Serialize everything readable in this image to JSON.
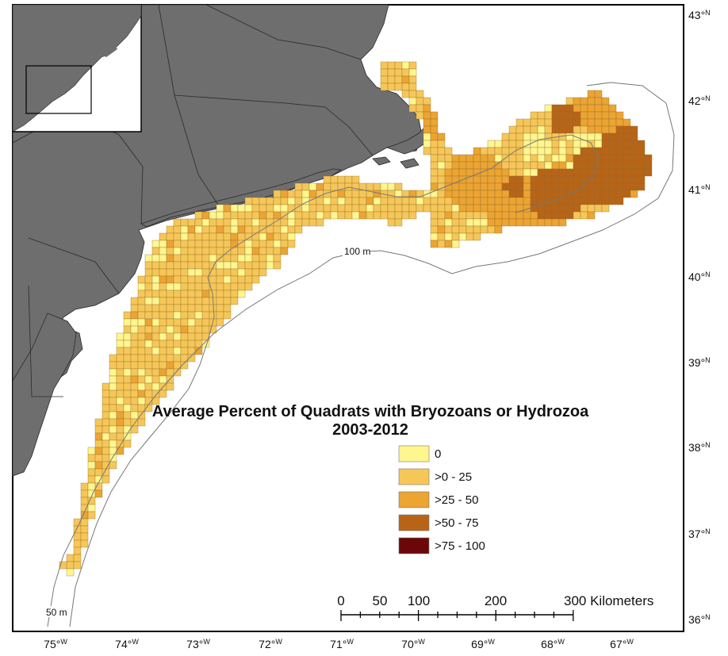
{
  "map": {
    "legend": {
      "title_line1": "Average Percent of Quadrats with Bryozoans or Hydrozoa",
      "title_line2": "2003-2012",
      "classes": [
        {
          "label": "0",
          "color": "#fff68f"
        },
        {
          "label": ">0 - 25",
          "color": "#f6c758"
        },
        {
          "label": ">25 - 50",
          "color": "#eca432"
        },
        {
          "label": ">50 - 75",
          "color": "#b86417"
        },
        {
          "label": ">75 - 100",
          "color": "#6b0708"
        }
      ]
    },
    "latitude_labels": [
      "43°",
      "42°",
      "41°",
      "40°",
      "39°",
      "38°",
      "37°",
      "36°"
    ],
    "latitude_suffix": "N",
    "longitude_labels": [
      "75°",
      "74°",
      "73°",
      "72°",
      "71°",
      "70°",
      "69°",
      "68°",
      "67°"
    ],
    "longitude_suffix": "W",
    "depth_contours": [
      "100 m",
      "50 m"
    ],
    "scale_bar": {
      "ticks": [
        "0",
        "50",
        "100",
        "200",
        "300 Kilometers"
      ]
    },
    "colors": {
      "land": "#6e6e6e",
      "water": "#ffffff",
      "border": "#000000"
    }
  }
}
